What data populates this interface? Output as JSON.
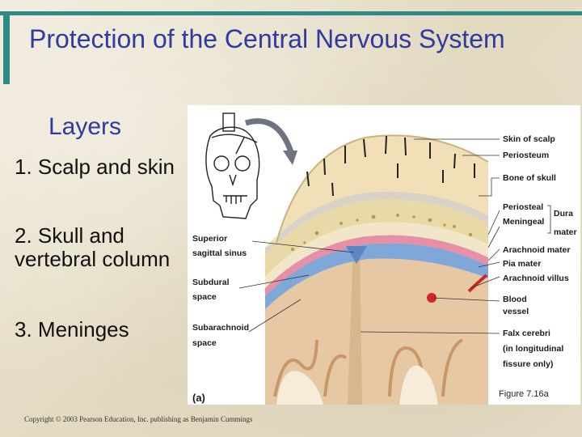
{
  "slide": {
    "title": "Protection of the Central Nervous System",
    "subtitle": "Layers",
    "items": [
      "1. Scalp and skin",
      "2. Skull and vertebral column",
      "3. Meninges"
    ],
    "figure_caption": "Figure 7.16a",
    "copyright": "Copyright © 2003 Pearson Education, Inc. publishing as Benjamin Cummings"
  },
  "figure": {
    "panel_label": "(a)",
    "labels_right": {
      "skin_of_scalp": "Skin of scalp",
      "periosteum": "Periosteum",
      "bone_of_skull": "Bone of skull",
      "periosteal": "Periosteal",
      "meningeal": "Meningeal",
      "dura_line1": "Dura",
      "dura_line2": "mater",
      "arachnoid_mater": "Arachnoid mater",
      "pia_mater": "Pia mater",
      "arachnoid_villus": "Arachnoid villus",
      "blood_line1": "Blood",
      "blood_line2": "vessel",
      "falx_line1": "Falx cerebri",
      "falx_line2": "(in longitudinal",
      "falx_line3": "fissure only)"
    },
    "labels_left": {
      "superior_line1": "Superior",
      "superior_line2": "sagittal sinus",
      "subdural_line1": "Subdural",
      "subdural_line2": "space",
      "subarachnoid_line1": "Subarachnoid",
      "subarachnoid_line2": "space"
    }
  }
}
